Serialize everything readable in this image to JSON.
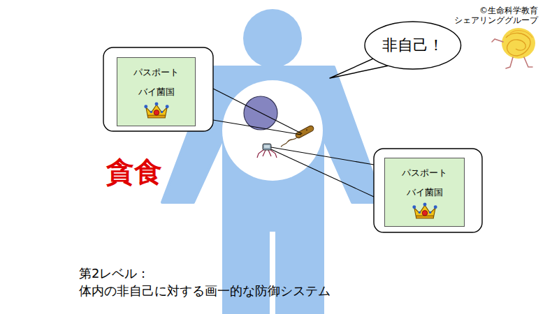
{
  "diagram": {
    "nodes": [
      {
        "text": [
          "非自己！"
        ]
      },
      {
        "text": [
          "パスポート",
          "バイ菌国"
        ]
      },
      {
        "text": [
          "パスポート",
          "バイ菌国"
        ]
      }
    ],
    "labels": [
      "貪食",
      "第2レベル：",
      "体内の非自己に対する画一的な防御システム",
      "©生命科学教育 シェアリンググループ"
    ]
  }
}
